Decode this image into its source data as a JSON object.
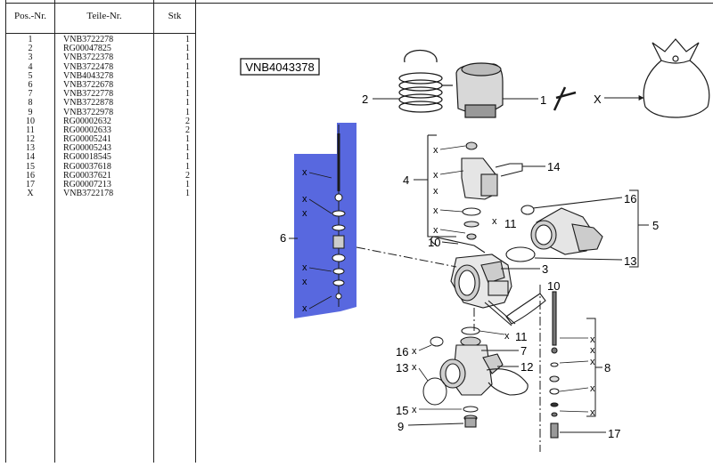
{
  "table": {
    "headers": {
      "pos": "Pos.-Nr.",
      "part": "Teile-Nr.",
      "qty": "Stk"
    },
    "rows": [
      {
        "pos": "1",
        "part": "VNB3722278",
        "qty": "1"
      },
      {
        "pos": "2",
        "part": "RG00047825",
        "qty": "1"
      },
      {
        "pos": "3",
        "part": "VNB3722378",
        "qty": "1"
      },
      {
        "pos": "4",
        "part": "VNB3722478",
        "qty": "1"
      },
      {
        "pos": "5",
        "part": "VNB4043278",
        "qty": "1"
      },
      {
        "pos": "6",
        "part": "VNB3722678",
        "qty": "1"
      },
      {
        "pos": "7",
        "part": "VNB3722778",
        "qty": "1"
      },
      {
        "pos": "8",
        "part": "VNB3722878",
        "qty": "1"
      },
      {
        "pos": "9",
        "part": "VNB3722978",
        "qty": "1"
      },
      {
        "pos": "10",
        "part": "RG00002632",
        "qty": "2"
      },
      {
        "pos": "11",
        "part": "RG00002633",
        "qty": "2"
      },
      {
        "pos": "12",
        "part": "RG00005241",
        "qty": "1"
      },
      {
        "pos": "13",
        "part": "RG00005243",
        "qty": "1"
      },
      {
        "pos": "14",
        "part": "RG00018545",
        "qty": "1"
      },
      {
        "pos": "15",
        "part": "RG00037618",
        "qty": "1"
      },
      {
        "pos": "16",
        "part": "RG00037621",
        "qty": "2"
      },
      {
        "pos": "17",
        "part": "RG00007213",
        "qty": "1"
      },
      {
        "pos": "X",
        "part": "VNB3722178",
        "qty": "1"
      }
    ]
  },
  "drawing": {
    "assembly_code": "VNB4043378",
    "labels": {
      "p1": "1",
      "p2": "2",
      "p3": "3",
      "p4": "4",
      "p5": "5",
      "p6": "6",
      "p7": "7",
      "p8": "8",
      "p9": "9",
      "p10a": "10",
      "p10b": "10",
      "p11a": "11",
      "p11b": "11",
      "p12": "12",
      "p13a": "13",
      "p13b": "13",
      "p14": "14",
      "p15": "15",
      "p16a": "16",
      "p16b": "16",
      "p17": "17",
      "bag": "X"
    },
    "x_mark": "x",
    "colors": {
      "highlight": "#4a5bdc",
      "line": "#1a1a1a"
    }
  }
}
